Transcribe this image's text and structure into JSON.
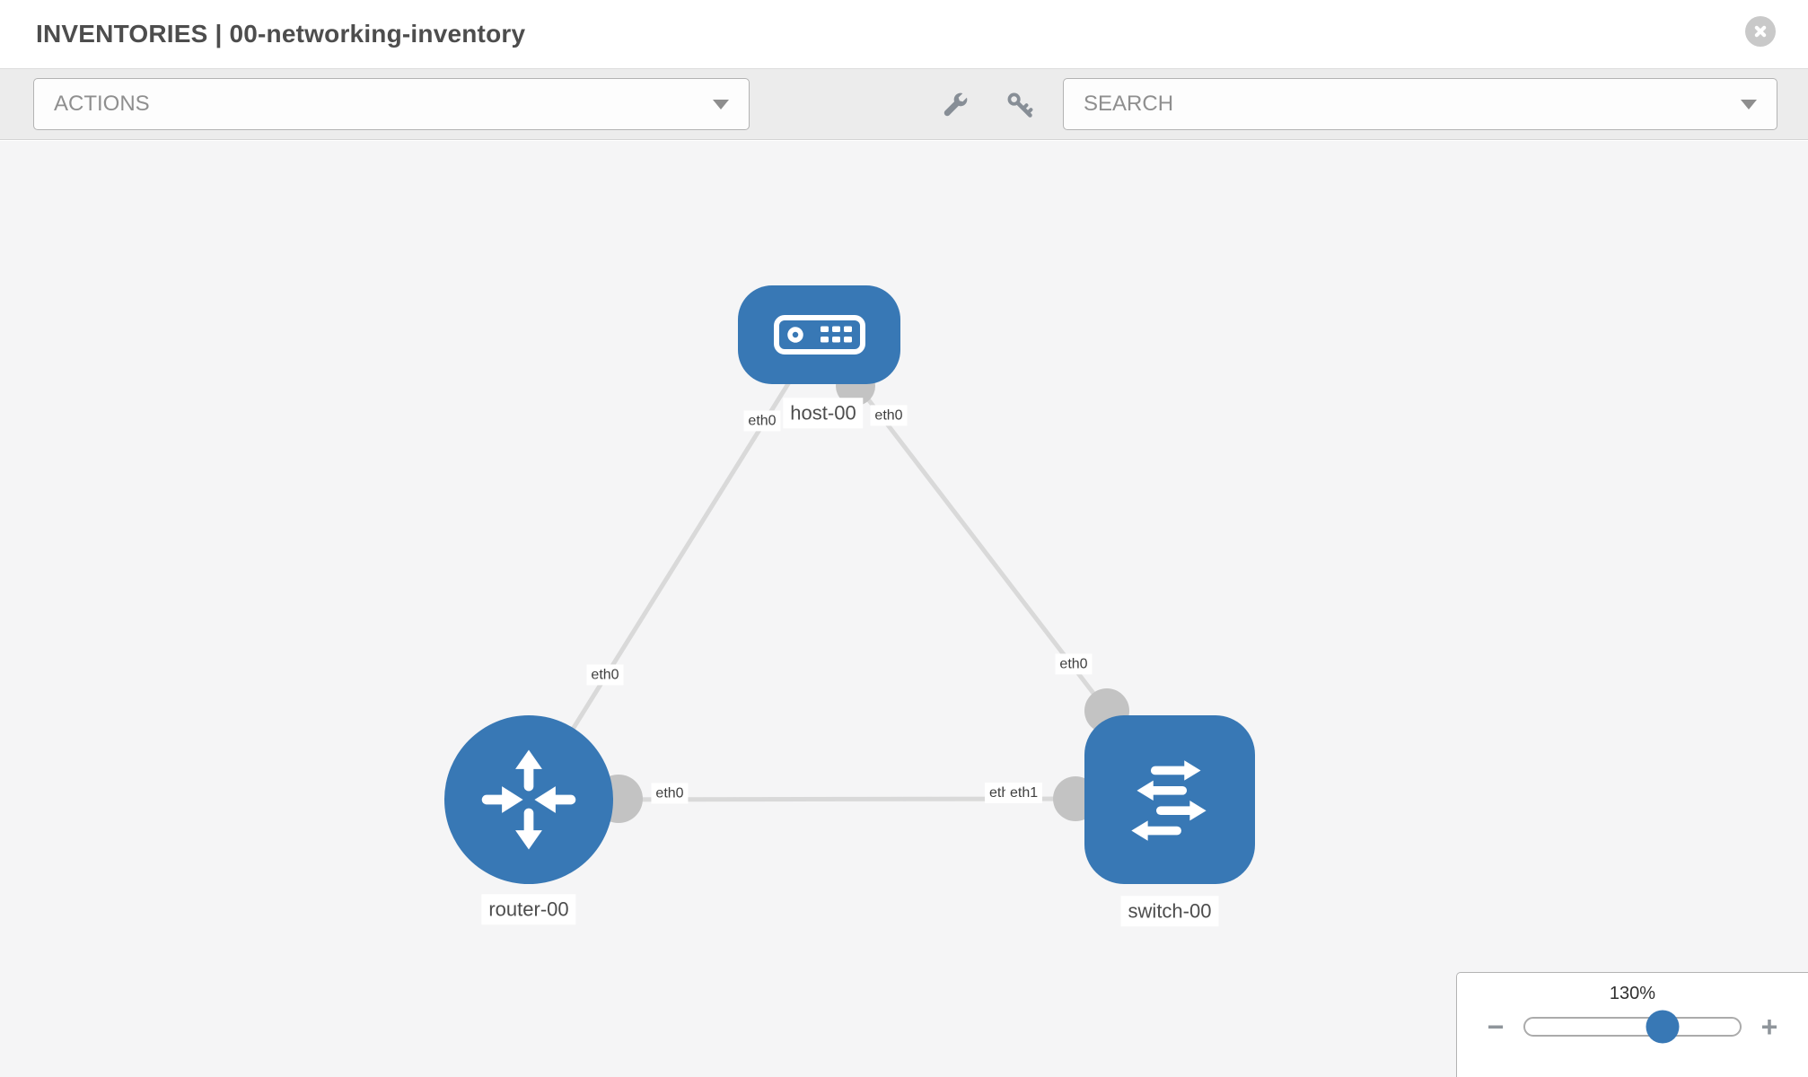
{
  "header": {
    "title": "INVENTORIES | 00-networking-inventory"
  },
  "toolbar": {
    "actions_label": "ACTIONS",
    "search_placeholder": "SEARCH"
  },
  "topology": {
    "nodes": [
      {
        "label": "host-00",
        "type": "host"
      },
      {
        "label": "router-00",
        "type": "router"
      },
      {
        "label": "switch-00",
        "type": "switch"
      }
    ],
    "links": [
      {
        "source": "host-00",
        "target": "router-00",
        "source_if": "eth0",
        "target_if": "eth0"
      },
      {
        "source": "host-00",
        "target": "switch-00",
        "source_if": "eth0",
        "target_if": "eth0"
      },
      {
        "source": "router-00",
        "target": "switch-00",
        "source_if": "eth0",
        "target_if": "eth1"
      }
    ],
    "overlapped_interface_label": "eth0"
  },
  "zoom_control": {
    "level": "130%",
    "zoom_out_label": "−",
    "zoom_in_label": "+"
  },
  "colors": {
    "node_fill": "#3878b5",
    "link": "#d9d9d9",
    "connector": "#c3c3c3",
    "canvas_bg": "#f5f5f6",
    "toolbar_bg": "#ececec",
    "zoom_knob": "#3878b5"
  }
}
